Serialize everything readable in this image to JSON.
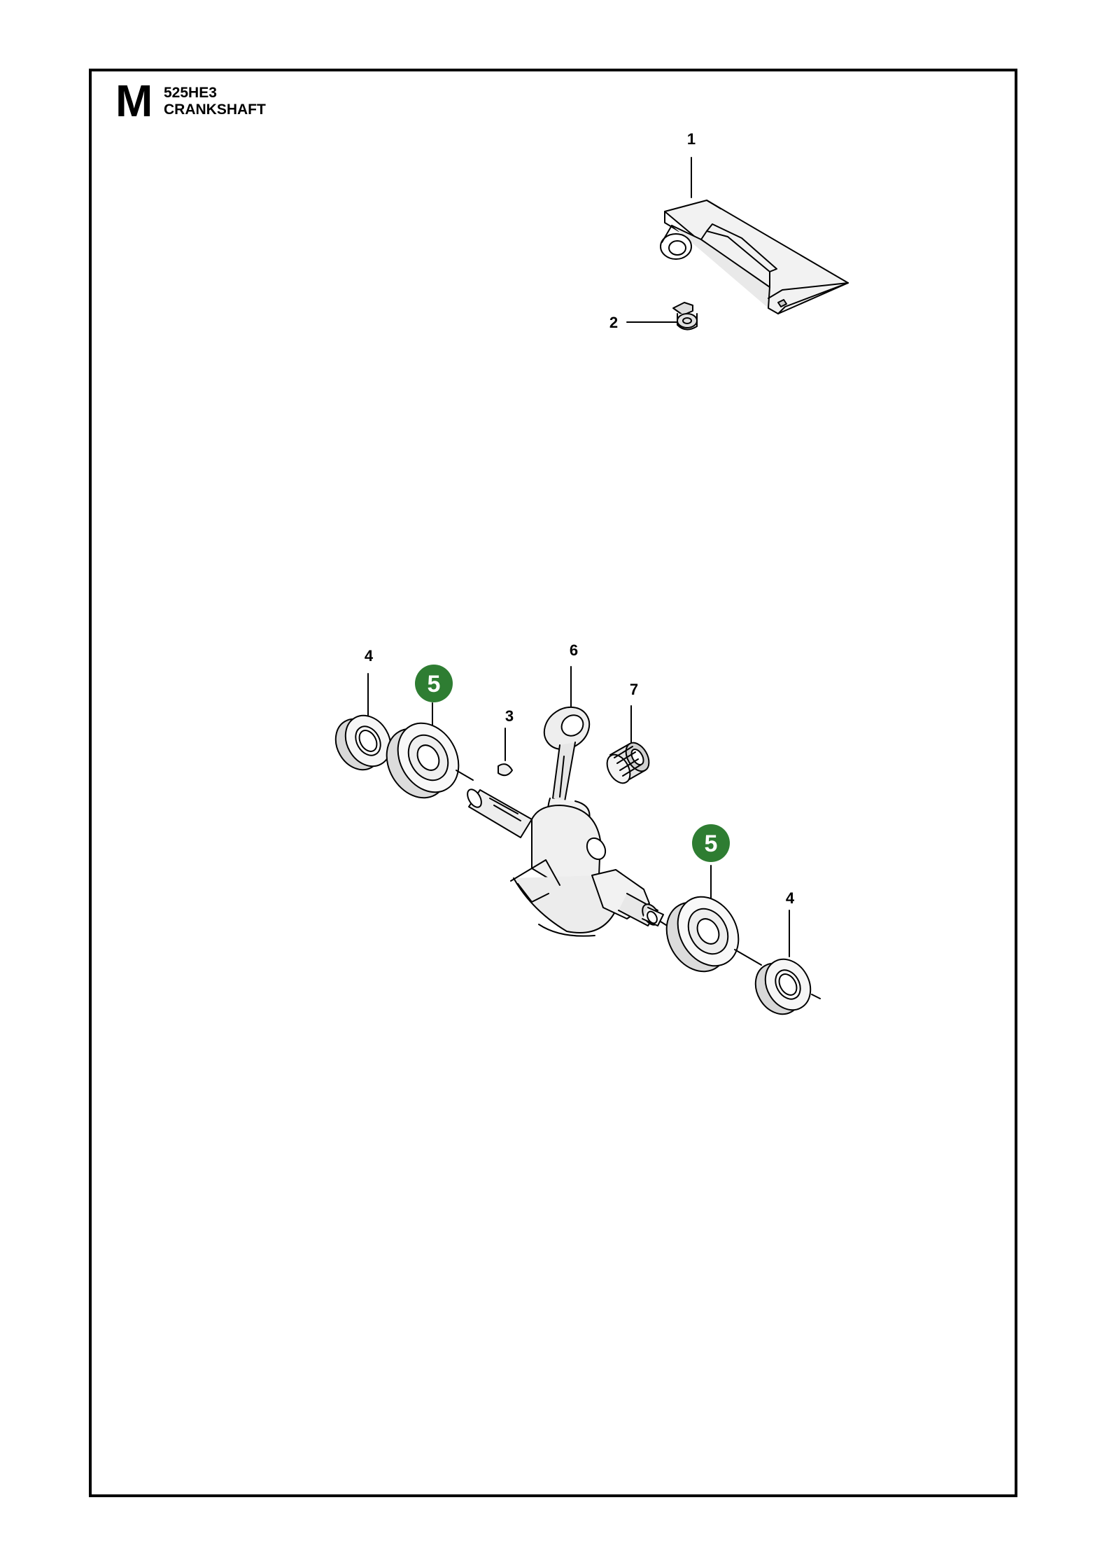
{
  "header": {
    "section_letter": "M",
    "model": "525HE3",
    "title": "CRANKSHAFT"
  },
  "callouts": {
    "c1": "1",
    "c2": "2",
    "c3": "3",
    "c4a": "4",
    "c4b": "4",
    "c5a": "5",
    "c5b": "5",
    "c6": "6",
    "c7": "7"
  },
  "colors": {
    "highlight_badge": "#2e7d32",
    "line": "#000000"
  }
}
